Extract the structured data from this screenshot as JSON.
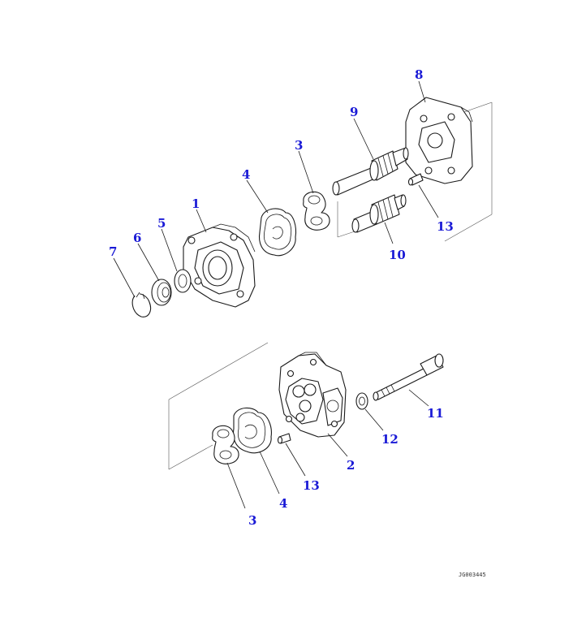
{
  "diagram": {
    "callouts": [
      {
        "id": "c8",
        "text": "8"
      },
      {
        "id": "c9",
        "text": "9"
      },
      {
        "id": "c3a",
        "text": "3"
      },
      {
        "id": "c4a",
        "text": "4"
      },
      {
        "id": "c1",
        "text": "1"
      },
      {
        "id": "c5",
        "text": "5"
      },
      {
        "id": "c6",
        "text": "6"
      },
      {
        "id": "c7",
        "text": "7"
      },
      {
        "id": "c13a",
        "text": "13"
      },
      {
        "id": "c10",
        "text": "10"
      },
      {
        "id": "c11",
        "text": "11"
      },
      {
        "id": "c12",
        "text": "12"
      },
      {
        "id": "c2",
        "text": "2"
      },
      {
        "id": "c13b",
        "text": "13"
      },
      {
        "id": "c4b",
        "text": "4"
      },
      {
        "id": "c3b",
        "text": "3"
      }
    ],
    "drawing_id": "JG003445",
    "colors": {
      "callout": "#1a1ad6",
      "line": "#1a1a1a"
    }
  }
}
